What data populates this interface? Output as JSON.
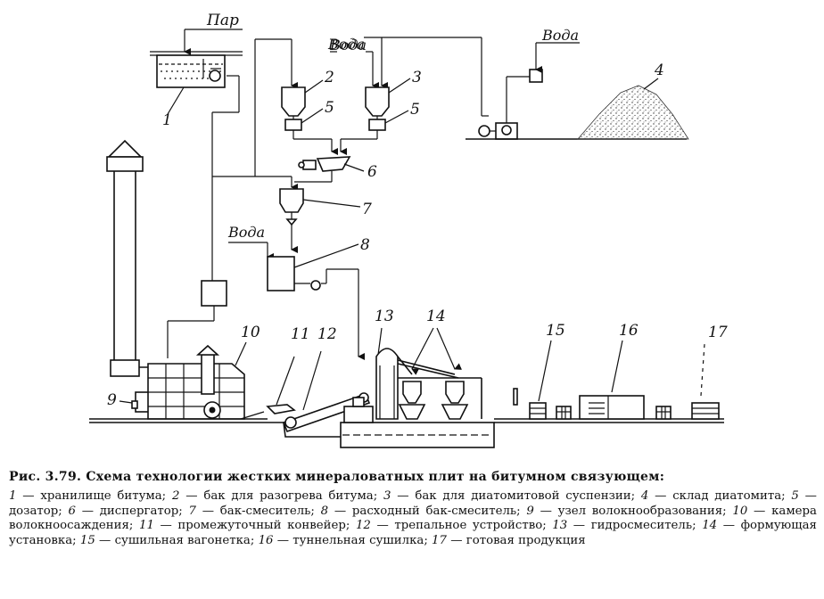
{
  "figure": {
    "flow_labels": {
      "steam": "Пар",
      "water_2": "Вода",
      "water_3": "Вода",
      "water_4": "Вода",
      "water_8": "Вода"
    },
    "numbers": {
      "n1": "1",
      "n2": "2",
      "n3": "3",
      "n4": "4",
      "n5a": "5",
      "n5b": "5",
      "n6": "6",
      "n7": "7",
      "n8": "8",
      "n9": "9",
      "n10": "10",
      "n11": "11",
      "n12": "12",
      "n13": "13",
      "n14": "14",
      "n15": "15",
      "n16": "16",
      "n17": "17"
    }
  },
  "caption": {
    "title": "Рис. 3.79. Схема технологии жестких минераловатных плит на битумном связующем:",
    "legend": [
      {
        "num": "1",
        "text": "хранилище битума"
      },
      {
        "num": "2",
        "text": "бак для разогрева битума"
      },
      {
        "num": "3",
        "text": "бак для диатомитовой суспензии"
      },
      {
        "num": "4",
        "text": "склад диатомита"
      },
      {
        "num": "5",
        "text": "дозатор"
      },
      {
        "num": "6",
        "text": "диспергатор"
      },
      {
        "num": "7",
        "text": "бак-смеситель"
      },
      {
        "num": "8",
        "text": "расходный бак-смеситель"
      },
      {
        "num": "9",
        "text": "узел волокнообразования"
      },
      {
        "num": "10",
        "text": "камера волокноосаждения"
      },
      {
        "num": "11",
        "text": "промежуточный конвейер"
      },
      {
        "num": "12",
        "text": "трепальное устройство"
      },
      {
        "num": "13",
        "text": "гидросмеситель"
      },
      {
        "num": "14",
        "text": "формующая установка"
      },
      {
        "num": "15",
        "text": "сушильная вагонетка"
      },
      {
        "num": "16",
        "text": "туннельная сушилка"
      },
      {
        "num": "17",
        "text": "готовая продукция"
      }
    ]
  }
}
